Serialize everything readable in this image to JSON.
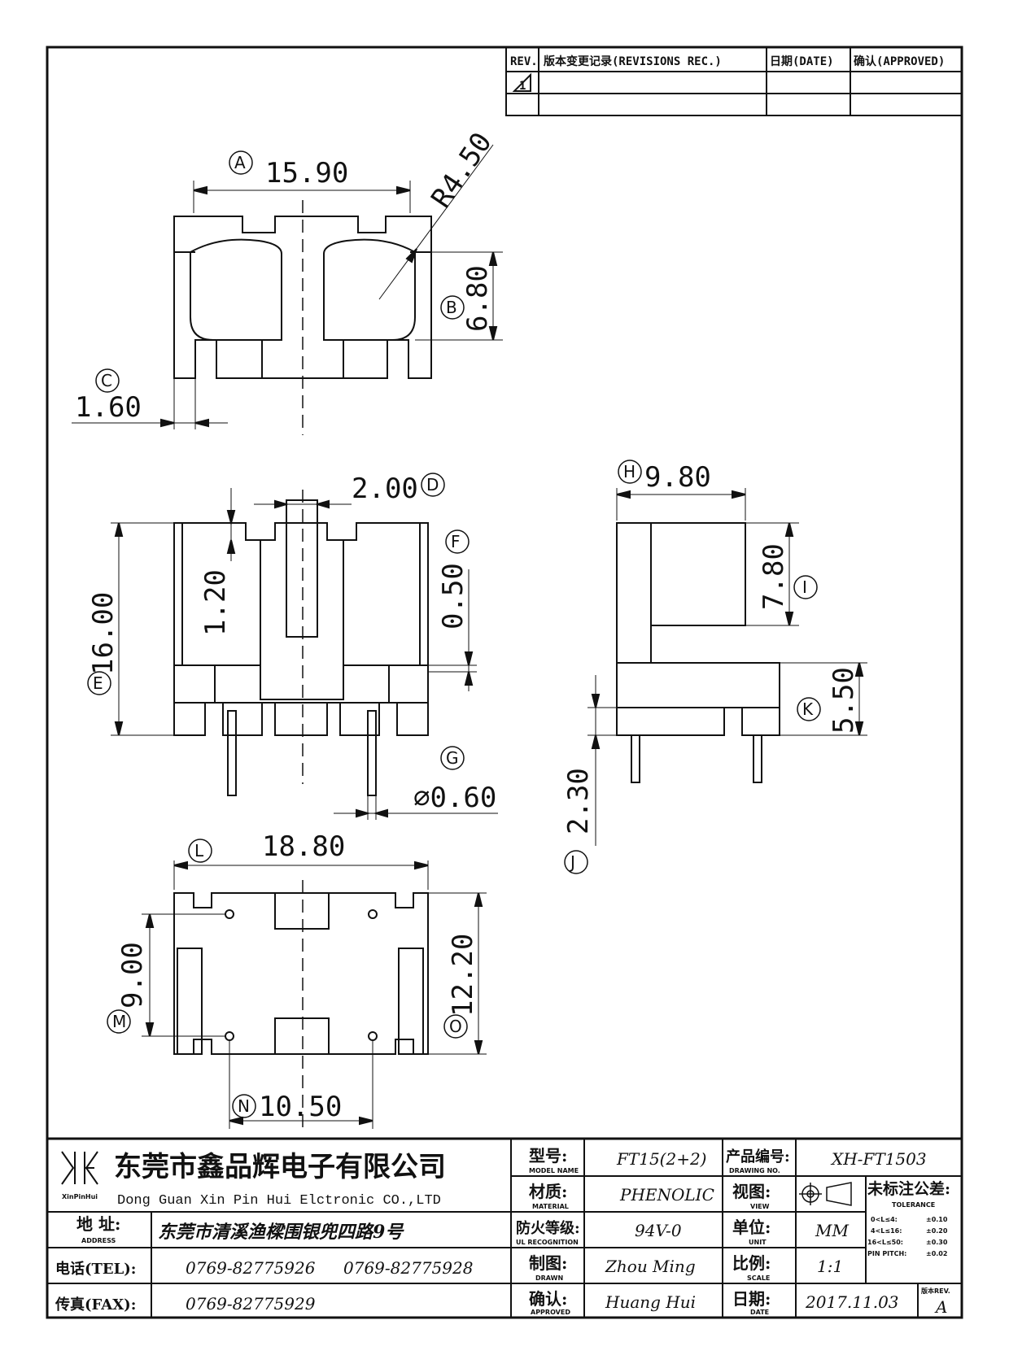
{
  "revision_table": {
    "headers": [
      "REV.",
      "版本变更记录(REVISIONS REC.)",
      "日期(DATE)",
      "确认(APPROVED)"
    ],
    "rows": [
      [
        "1",
        "",
        "",
        ""
      ],
      [
        "",
        "",
        "",
        ""
      ]
    ]
  },
  "top_view": {
    "dims": {
      "a": "15.90",
      "r": "R4.50",
      "b": "6.80",
      "c": "1.60"
    },
    "markers": {
      "a": "A",
      "b": "B",
      "c": "C"
    }
  },
  "front_view": {
    "dims": {
      "d": "2.00",
      "f": "0.50",
      "h12": "1.20",
      "e": "16.00",
      "g": "⌀0.60"
    },
    "markers": {
      "d": "D",
      "f": "F",
      "e": "E",
      "g": "G"
    }
  },
  "side_view": {
    "dims": {
      "h": "9.80",
      "i": "7.80",
      "k": "5.50",
      "j": "2.30"
    },
    "markers": {
      "h": "H",
      "i": "I",
      "k": "K",
      "j": "J"
    }
  },
  "bottom_view": {
    "dims": {
      "l": "18.80",
      "m": "9.00",
      "o": "12.20",
      "n": "10.50"
    },
    "markers": {
      "l": "L",
      "m": "M",
      "o": "O",
      "n": "N"
    }
  },
  "title_block": {
    "company_cn": "东莞市鑫品辉电子有限公司",
    "company_en": "Dong Guan Xin Pin Hui Elctronic CO.,LTD",
    "logo_text": "XinPinHui",
    "address_label_cn": "地 址:",
    "address_label_en": "ADDRESS",
    "address": "东莞市清溪渔樑围银兜四路9号",
    "tel_label": "电话(TEL):",
    "tel1": "0769-82775926",
    "tel2": "0769-82775928",
    "fax_label": "传真(FAX):",
    "fax": "0769-82775929",
    "model_label_cn": "型号:",
    "model_label_en": "MODEL NAME",
    "model": "FT15(2+2)",
    "material_label_cn": "材质:",
    "material_label_en": "MATERIAL",
    "material": "PHENOLIC",
    "ul_label_cn": "防火等级:",
    "ul_label_en": "UL RECOGNITION",
    "ul": "94V-0",
    "drawn_label_cn": "制图:",
    "drawn_label_en": "DRAWN",
    "drawn": "Zhou Ming",
    "approved_label_cn": "确认:",
    "approved_label_en": "APPROVED",
    "approved": "Huang Hui",
    "drawing_no_label_cn": "产品编号:",
    "drawing_no_label_en": "DRAWING NO.",
    "drawing_no": "XH-FT1503",
    "view_label_cn": "视图:",
    "view_label_en": "VIEW",
    "unit_label_cn": "单位:",
    "unit_label_en": "UNIT",
    "unit": "MM",
    "scale_label_cn": "比例:",
    "scale_label_en": "SCALE",
    "scale": "1:1",
    "date_label_cn": "日期:",
    "date_label_en": "DATE",
    "date": "2017.11.03",
    "tolerance_label_cn": "未标注公差:",
    "tolerance_label_en": "TOLERANCE",
    "tolerances": [
      {
        "range": "0<L≤4:",
        "value": "±0.10"
      },
      {
        "range": "4<L≤16:",
        "value": "±0.20"
      },
      {
        "range": "16<L≤50:",
        "value": "±0.30"
      },
      {
        "range": "PIN PITCH:",
        "value": "±0.02"
      }
    ],
    "rev_label": "版本REV.",
    "rev": "A"
  }
}
